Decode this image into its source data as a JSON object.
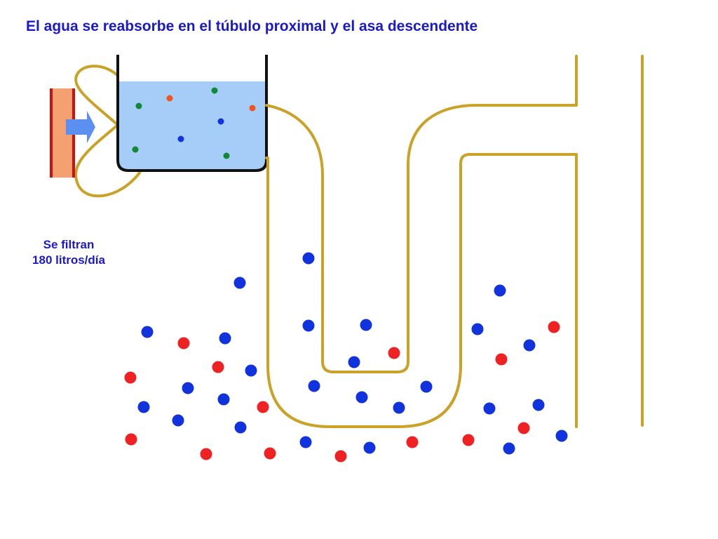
{
  "title": "El agua se reabsorbe en el túbulo proximal y el asa descendente",
  "caption": {
    "line1": "Se filtran",
    "line2": "180 litros/día"
  },
  "colors": {
    "title_text": "#1a1acc",
    "tubule": "#c9a227",
    "water": "#a6cdf7",
    "vessel_fill": "#f5a070",
    "vessel_wall": "#cc1111",
    "arrow": "#5b8ff0",
    "particle_blue": "#1133dd",
    "particle_red": "#ee2222",
    "particle_green": "#118833",
    "particle_orange": "#ee5522"
  },
  "icons": {
    "filtration_arrow": "right-arrow-icon"
  }
}
